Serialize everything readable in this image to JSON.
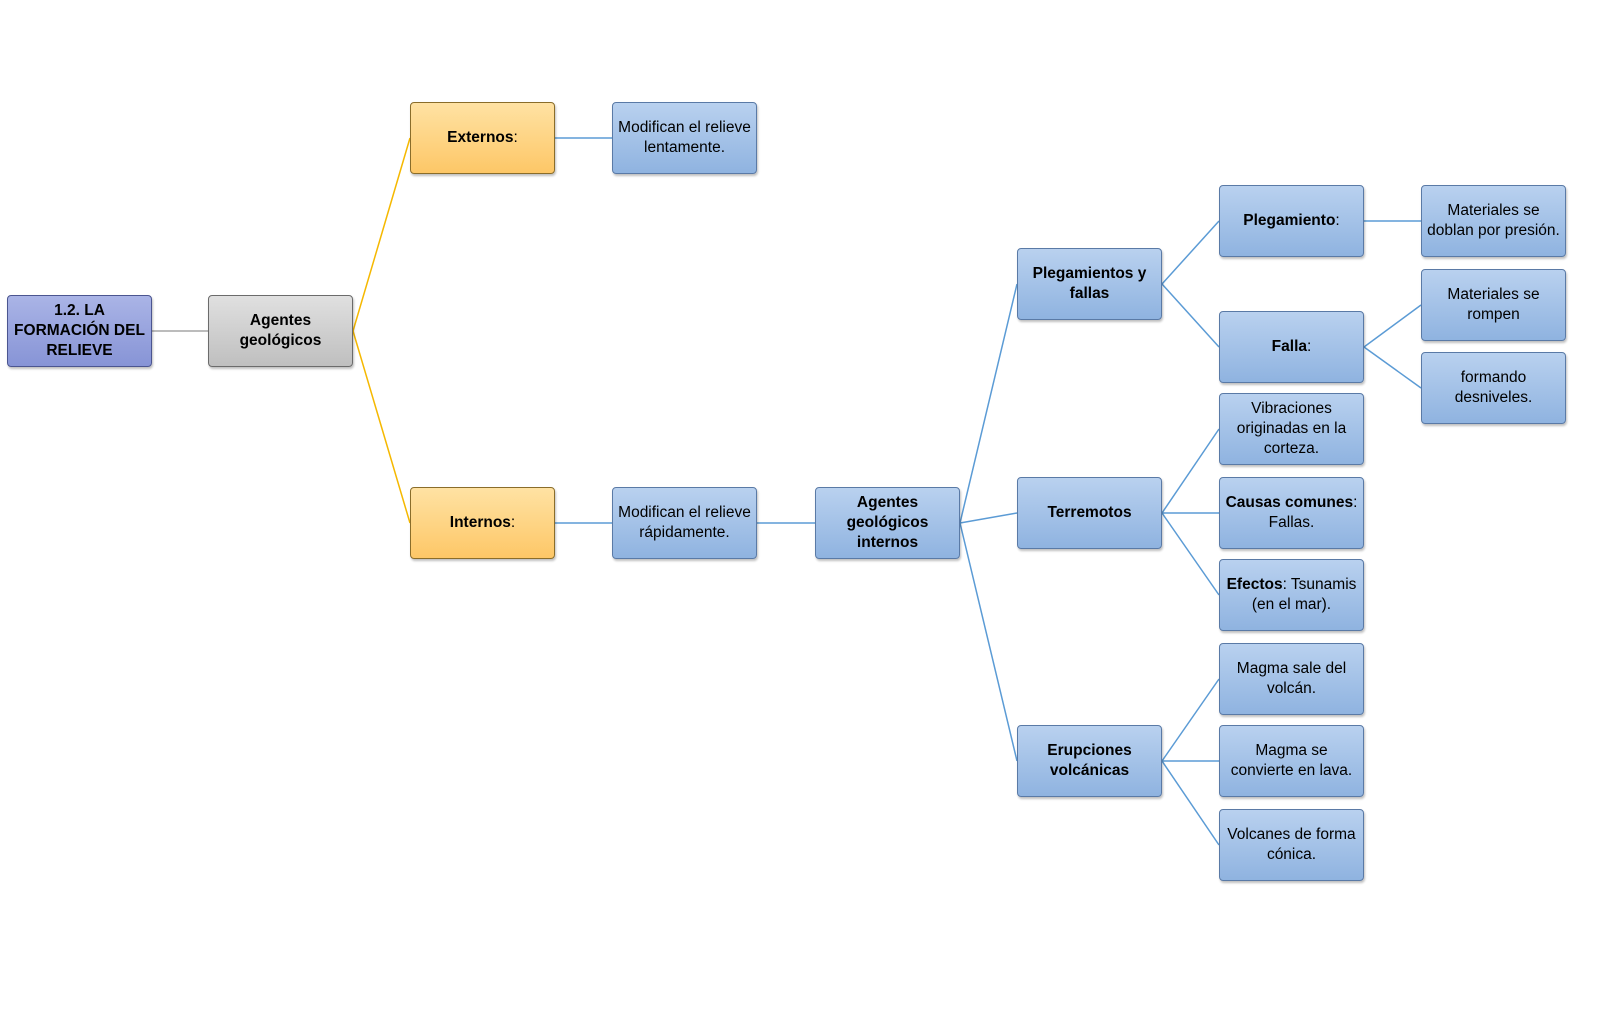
{
  "nodes": {
    "root": "1.2. LA FORMACIÓN DEL RELIEVE",
    "agentes": "Agentes geológicos",
    "externos_label": "Externos",
    "externos_suffix": ":",
    "internos_label": "Internos",
    "internos_suffix": ":",
    "externos_desc": "Modifican el relieve lentamente.",
    "internos_desc": "Modifican el relieve rápidamente.",
    "agentes_internos": "Agentes geológicos internos",
    "plegamientos_fallas": "Plegamientos y fallas",
    "terremotos": "Terremotos",
    "erupciones": "Erupciones volcánicas",
    "plegamiento_label": "Plegamiento",
    "plegamiento_suffix": ":",
    "falla_label": "Falla",
    "falla_suffix": ":",
    "vibraciones": "Vibraciones originadas en la corteza.",
    "causas_label": "Causas comunes",
    "causas_text": ": Fallas.",
    "efectos_label": "Efectos",
    "efectos_text": ": Tsunamis (en el mar).",
    "magma_sale": "Magma sale del volcán.",
    "magma_lava": "Magma se convierte en lava.",
    "volcanes_forma": "Volcanes de forma cónica.",
    "materiales_doblan": "Materiales se doblan por presión.",
    "materiales_rompen": "Materiales se rompen",
    "formando": "formando desniveles."
  },
  "colors": {
    "gray_link": "#a6a6a6",
    "orange_link": "#f5b800",
    "blue_link": "#5b9bd5"
  }
}
